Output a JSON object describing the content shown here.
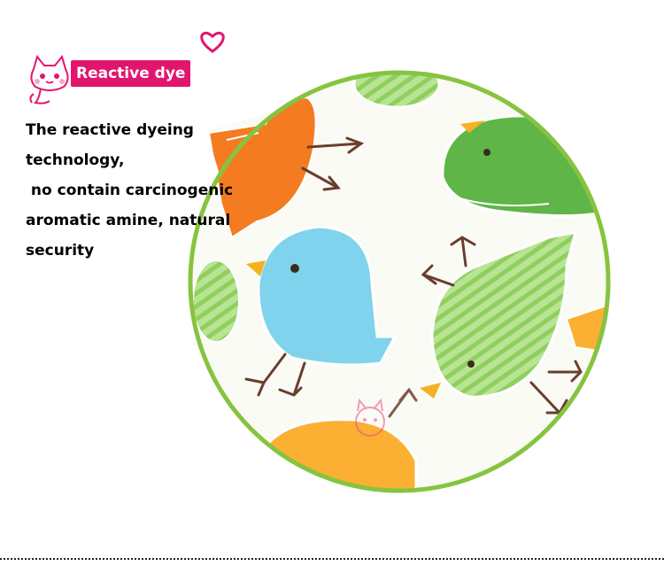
{
  "badge": {
    "label": "Reactive dye"
  },
  "description": {
    "lines": [
      "The reactive dyeing",
      "technology,",
      " no contain carcinogenic",
      "aromatic amine, natural",
      "security"
    ]
  },
  "icons": {
    "mascot": "cat-mascot-icon",
    "heart": "heart-icon",
    "watermark": "cat-watermark-icon"
  },
  "colors": {
    "badge_bg": "#e2156e",
    "circle_border": "#86c440",
    "bird_orange": "#f47b20",
    "bird_blue": "#7fd3ec",
    "bird_green": "#66b84a",
    "bird_lightgreen": "#a6dc7a",
    "bird_yellow": "#fbb034"
  }
}
